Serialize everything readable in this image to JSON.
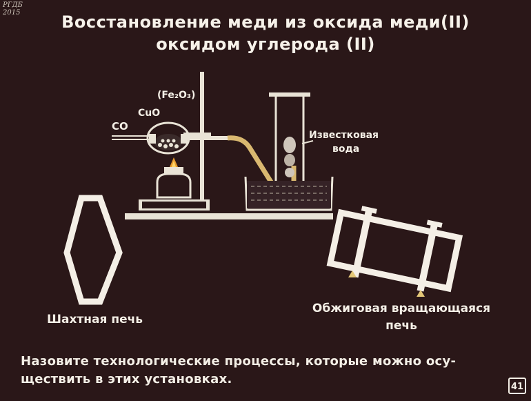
{
  "watermark": {
    "line1": "РГДБ",
    "line2": "2015"
  },
  "title": {
    "line1": "Восстановление меди из оксида меди(II)",
    "line2": "оксидом углерода (II)"
  },
  "apparatus": {
    "label_co": "CO",
    "label_cuo": "CuO",
    "label_fe2o3": "(Fe₂O₃)",
    "label_limewater_1": "Известковая",
    "label_limewater_2": "вода"
  },
  "furnaces": {
    "shaft_label": "Шахтная печь",
    "rotary_label_1": "Обжиговая вращающаяся",
    "rotary_label_2": "печь"
  },
  "question": {
    "line1": "Назовите технологические процессы, которые можно осу-",
    "line2": "ществить в этих установках."
  },
  "page_number": "41"
}
